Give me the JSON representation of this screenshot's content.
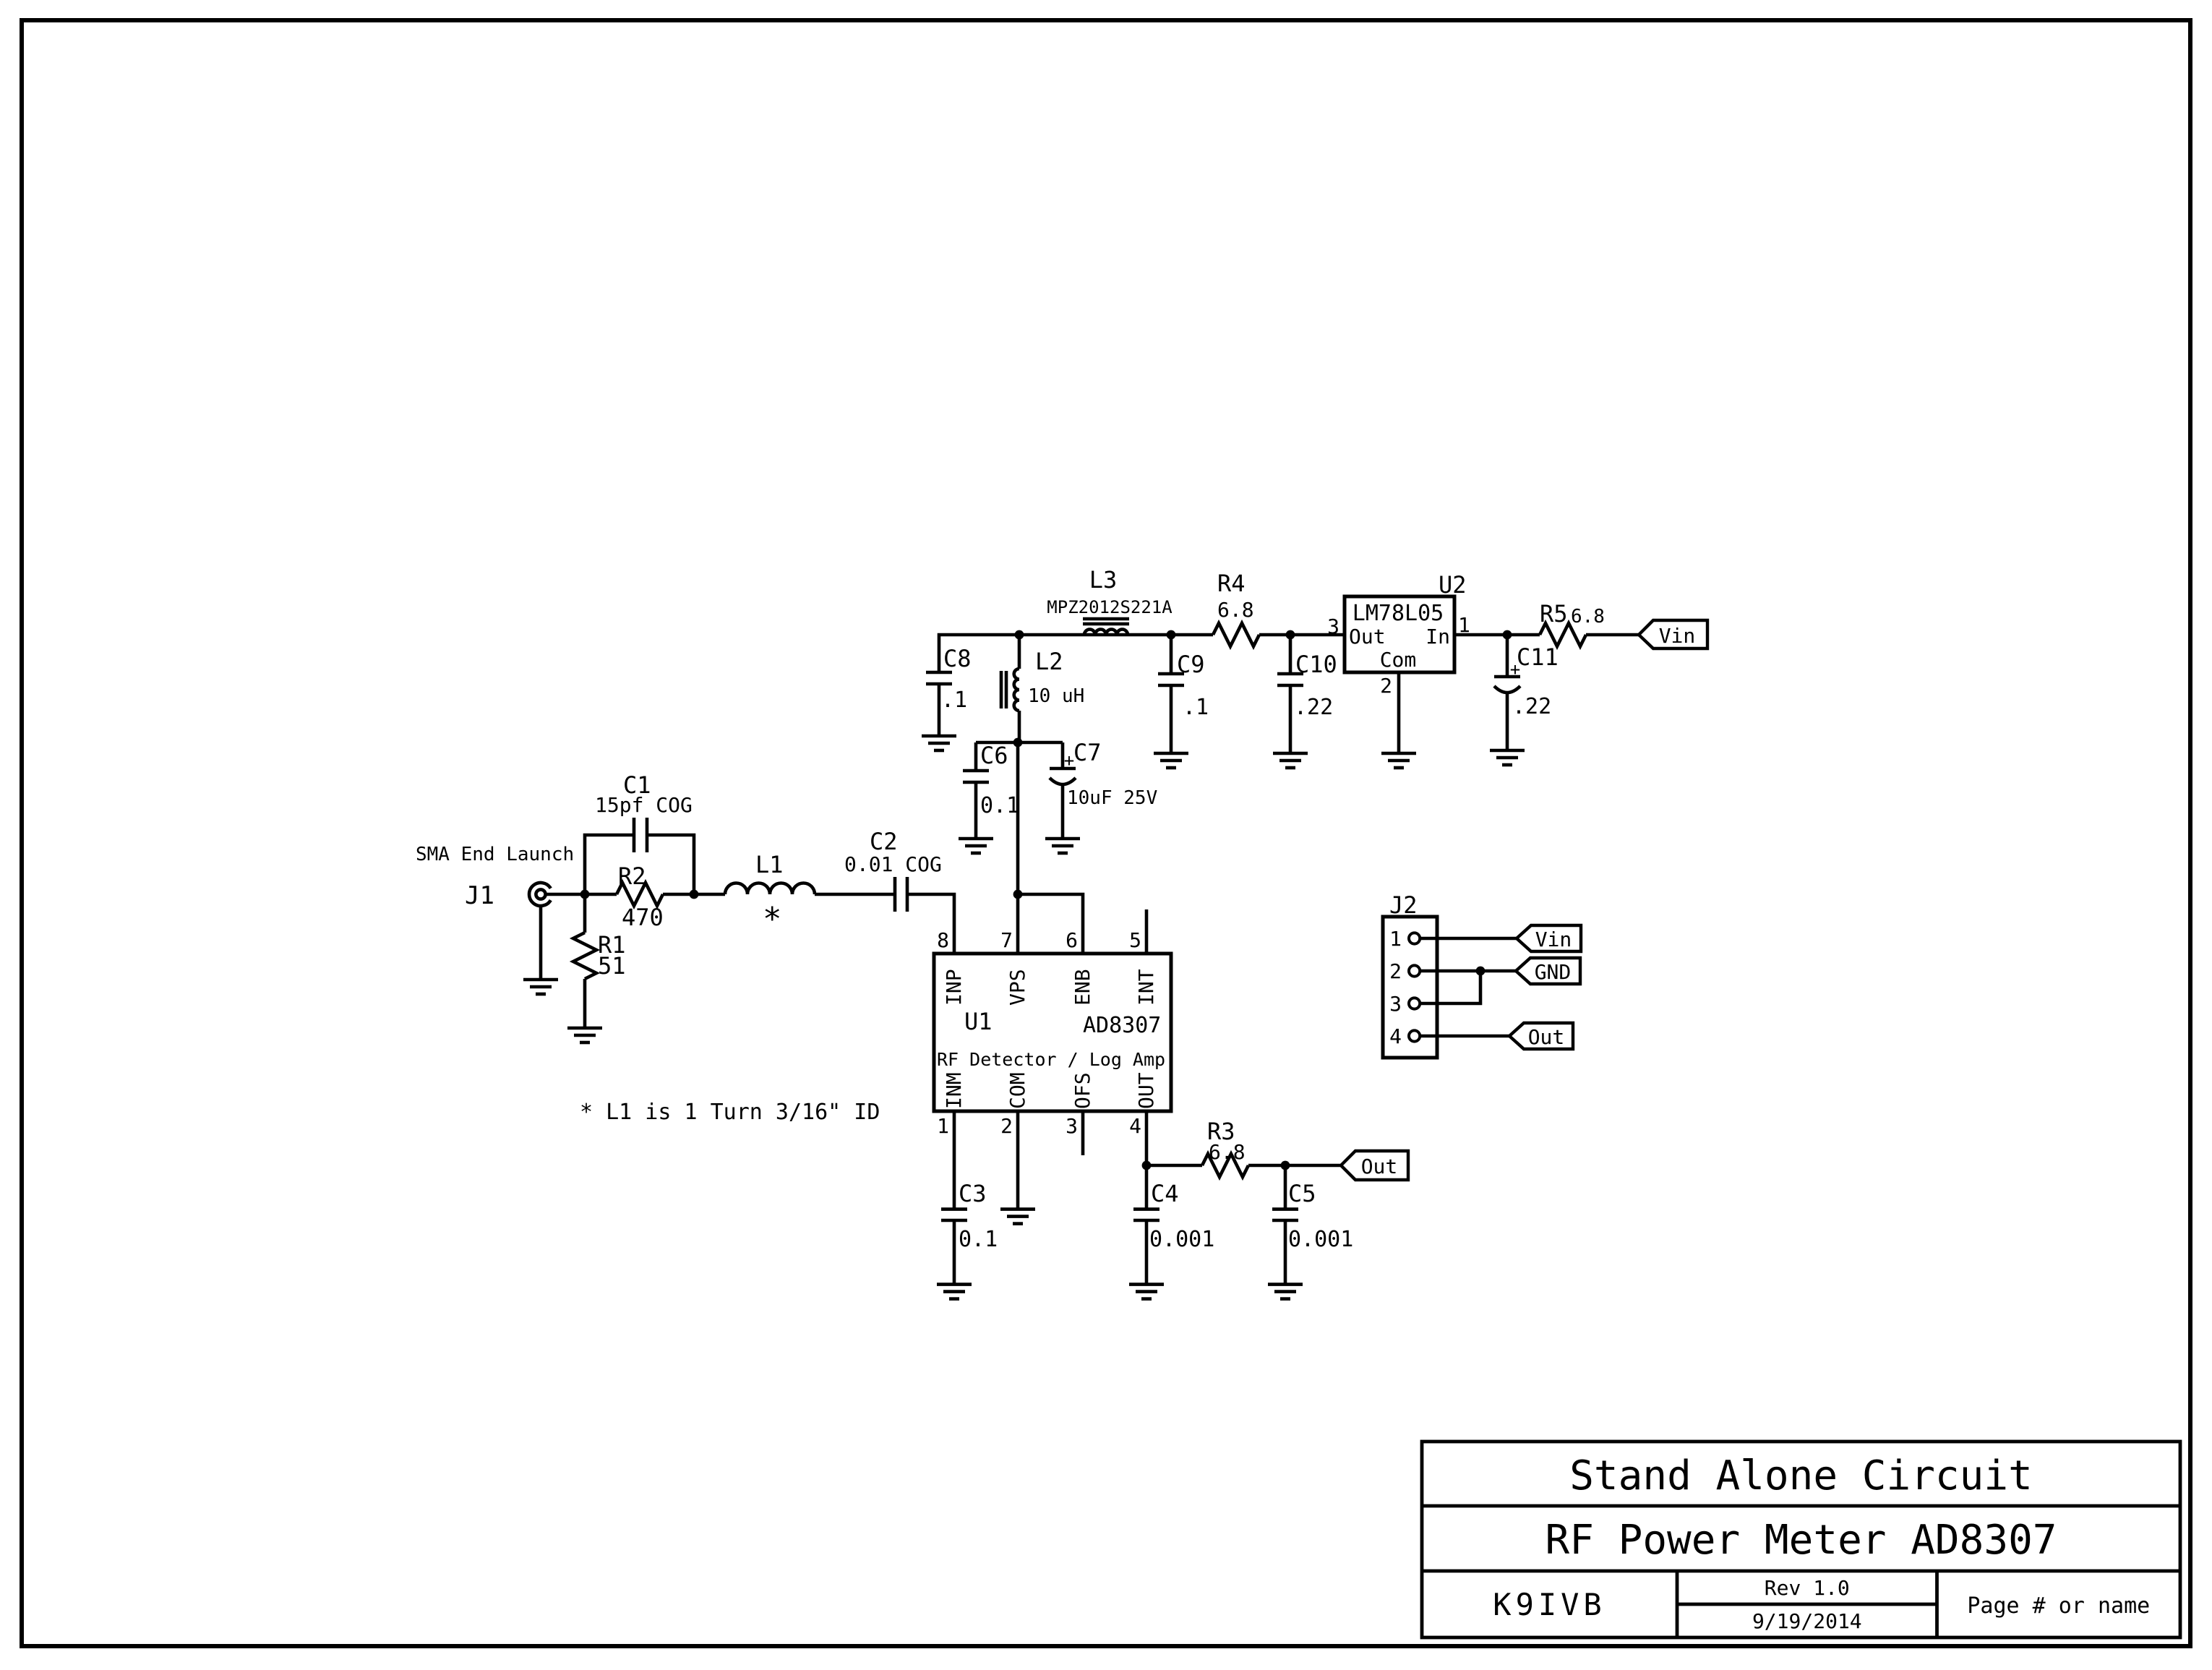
{
  "page": {
    "title_block": {
      "title": "Stand Alone Circuit",
      "subtitle": "RF Power Meter AD8307",
      "author": "K9IVB",
      "revision": "Rev 1.0",
      "date": "9/19/2014",
      "page_label": "Page # or name"
    },
    "note": "* L1 is 1 Turn 3/16\" ID"
  },
  "input": {
    "connector_type": "SMA End Launch"
  },
  "flags": {
    "vin": "Vin",
    "gnd": "GND",
    "out": "Out"
  },
  "parts": {
    "j1": {
      "ref": "J1"
    },
    "j2": {
      "ref": "J2",
      "pins": [
        "1",
        "2",
        "3",
        "4"
      ]
    },
    "r1": {
      "ref": "R1",
      "value": "51"
    },
    "r2": {
      "ref": "R2",
      "value": "470"
    },
    "r3": {
      "ref": "R3",
      "value": "6.8"
    },
    "r4": {
      "ref": "R4",
      "value": "6.8"
    },
    "r5": {
      "ref": "R5",
      "value": "6.8"
    },
    "c1": {
      "ref": "C1",
      "value": "15pf COG"
    },
    "c2": {
      "ref": "C2",
      "value": "0.01 COG"
    },
    "c3": {
      "ref": "C3",
      "value": "0.1"
    },
    "c4": {
      "ref": "C4",
      "value": "0.001"
    },
    "c5": {
      "ref": "C5",
      "value": "0.001"
    },
    "c6": {
      "ref": "C6",
      "value": "0.1"
    },
    "c7": {
      "ref": "C7",
      "value": "10uF 25V",
      "polarity": "+"
    },
    "c8": {
      "ref": "C8",
      "value": ".1"
    },
    "c9": {
      "ref": "C9",
      "value": ".1"
    },
    "c10": {
      "ref": "C10",
      "value": ".22"
    },
    "c11": {
      "ref": "C11",
      "value": ".22",
      "polarity": "+"
    },
    "l1": {
      "ref": "L1",
      "note_mark": "*"
    },
    "l2": {
      "ref": "L2",
      "value": "10 uH"
    },
    "l3": {
      "ref": "L3",
      "value": "MPZ2012S221A"
    },
    "u1": {
      "ref": "U1",
      "part": "AD8307",
      "desc": "RF Detector / Log Amp",
      "pins_top": [
        {
          "num": "8",
          "name": "INP"
        },
        {
          "num": "7",
          "name": "VPS"
        },
        {
          "num": "6",
          "name": "ENB"
        },
        {
          "num": "5",
          "name": "INT"
        }
      ],
      "pins_bottom": [
        {
          "num": "1",
          "name": "INM"
        },
        {
          "num": "2",
          "name": "COM"
        },
        {
          "num": "3",
          "name": "OFS"
        },
        {
          "num": "4",
          "name": "OUT"
        }
      ]
    },
    "u2": {
      "ref": "U2",
      "part": "LM78L05",
      "pin_out": {
        "num": "3",
        "name": "Out"
      },
      "pin_in": {
        "num": "1",
        "name": "In"
      },
      "pin_com": {
        "num": "2",
        "name": "Com"
      }
    }
  }
}
